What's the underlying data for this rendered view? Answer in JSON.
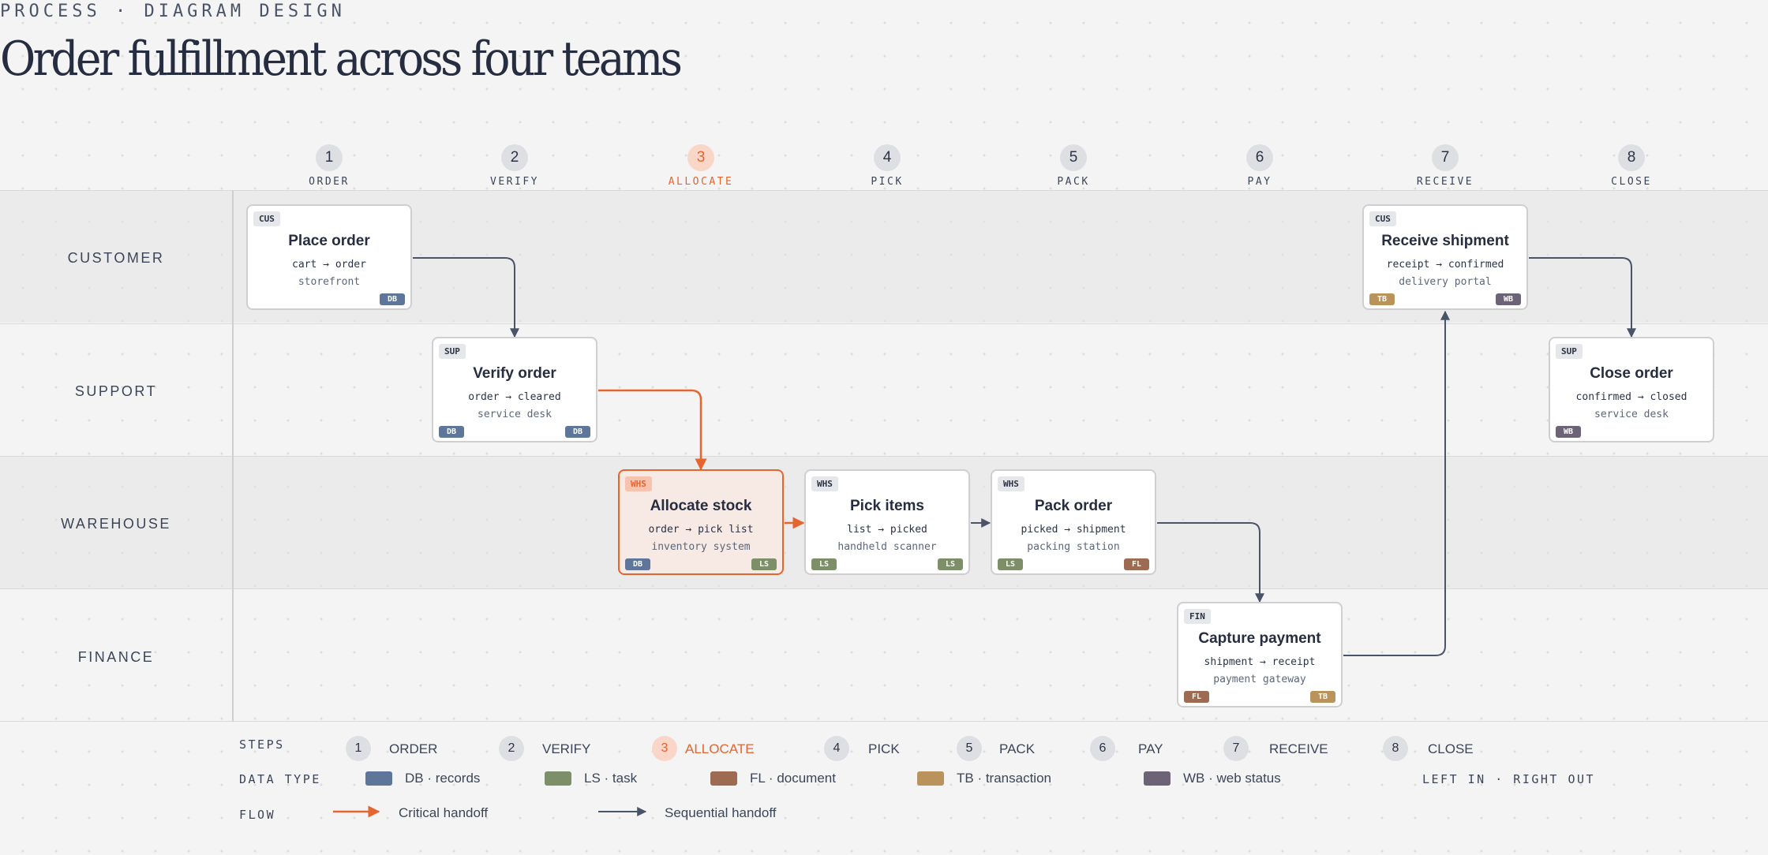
{
  "header": {
    "kicker": "PROCESS · DIAGRAM DESIGN",
    "title": "Order fulfillment across four teams"
  },
  "steps": [
    {
      "num": "1",
      "label": "ORDER"
    },
    {
      "num": "2",
      "label": "VERIFY"
    },
    {
      "num": "3",
      "label": "ALLOCATE",
      "active": true
    },
    {
      "num": "4",
      "label": "PICK"
    },
    {
      "num": "5",
      "label": "PACK"
    },
    {
      "num": "6",
      "label": "PAY"
    },
    {
      "num": "7",
      "label": "RECEIVE"
    },
    {
      "num": "8",
      "label": "CLOSE"
    }
  ],
  "lanes": [
    "CUSTOMER",
    "SUPPORT",
    "WAREHOUSE",
    "FINANCE"
  ],
  "nodes": [
    {
      "id": "place",
      "tag": "CUS",
      "title": "Place order",
      "flow": "cart → order",
      "system": "storefront",
      "badges": [
        "",
        "DB"
      ]
    },
    {
      "id": "verify",
      "tag": "SUP",
      "title": "Verify order",
      "flow": "order → cleared",
      "system": "service desk",
      "badges": [
        "DB",
        "DB"
      ]
    },
    {
      "id": "allocate",
      "tag": "WHS",
      "title": "Allocate stock",
      "flow": "order → pick list",
      "system": "inventory system",
      "badges": [
        "DB",
        "LS"
      ]
    },
    {
      "id": "pick",
      "tag": "WHS",
      "title": "Pick items",
      "flow": "list → picked",
      "system": "handheld scanner",
      "badges": [
        "LS",
        "LS"
      ]
    },
    {
      "id": "pack",
      "tag": "WHS",
      "title": "Pack order",
      "flow": "picked → shipment",
      "system": "packing station",
      "badges": [
        "LS",
        "FL"
      ]
    },
    {
      "id": "capture",
      "tag": "FIN",
      "title": "Capture payment",
      "flow": "shipment → receipt",
      "system": "payment gateway",
      "badges": [
        "FL",
        "TB"
      ]
    },
    {
      "id": "receive",
      "tag": "CUS",
      "title": "Receive shipment",
      "flow": "receipt → confirmed",
      "system": "delivery portal",
      "badges": [
        "TB",
        "WB"
      ]
    },
    {
      "id": "close",
      "tag": "SUP",
      "title": "Close order",
      "flow": "confirmed → closed",
      "system": "service desk",
      "badges": [
        "WB",
        ""
      ]
    }
  ],
  "legend": {
    "steps_heading": "STEPS",
    "data_type_heading": "DATA TYPE",
    "flow_heading": "FLOW",
    "data_types": [
      {
        "code": "DB",
        "label": "DB · records",
        "color": "#5d7699"
      },
      {
        "code": "LS",
        "label": "LS · task",
        "color": "#7d8f69"
      },
      {
        "code": "FL",
        "label": "FL · document",
        "color": "#9c6b51"
      },
      {
        "code": "TB",
        "label": "TB · transaction",
        "color": "#b9935a"
      },
      {
        "code": "WB",
        "label": "WB · web status",
        "color": "#6d6377"
      }
    ],
    "direction_note": "LEFT IN · RIGHT OUT",
    "flows": [
      {
        "label": "Critical handoff",
        "color": "#e5652e"
      },
      {
        "label": "Sequential handoff",
        "color": "#4a5468"
      }
    ]
  }
}
